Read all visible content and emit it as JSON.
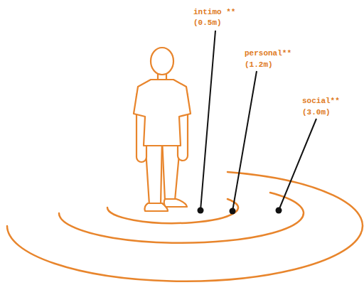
{
  "diagram": {
    "labels": [
      "intimo **",
      "(0.5m)",
      "personal**",
      "(1.2m)",
      "social**",
      "(3.0m)"
    ]
  }
}
